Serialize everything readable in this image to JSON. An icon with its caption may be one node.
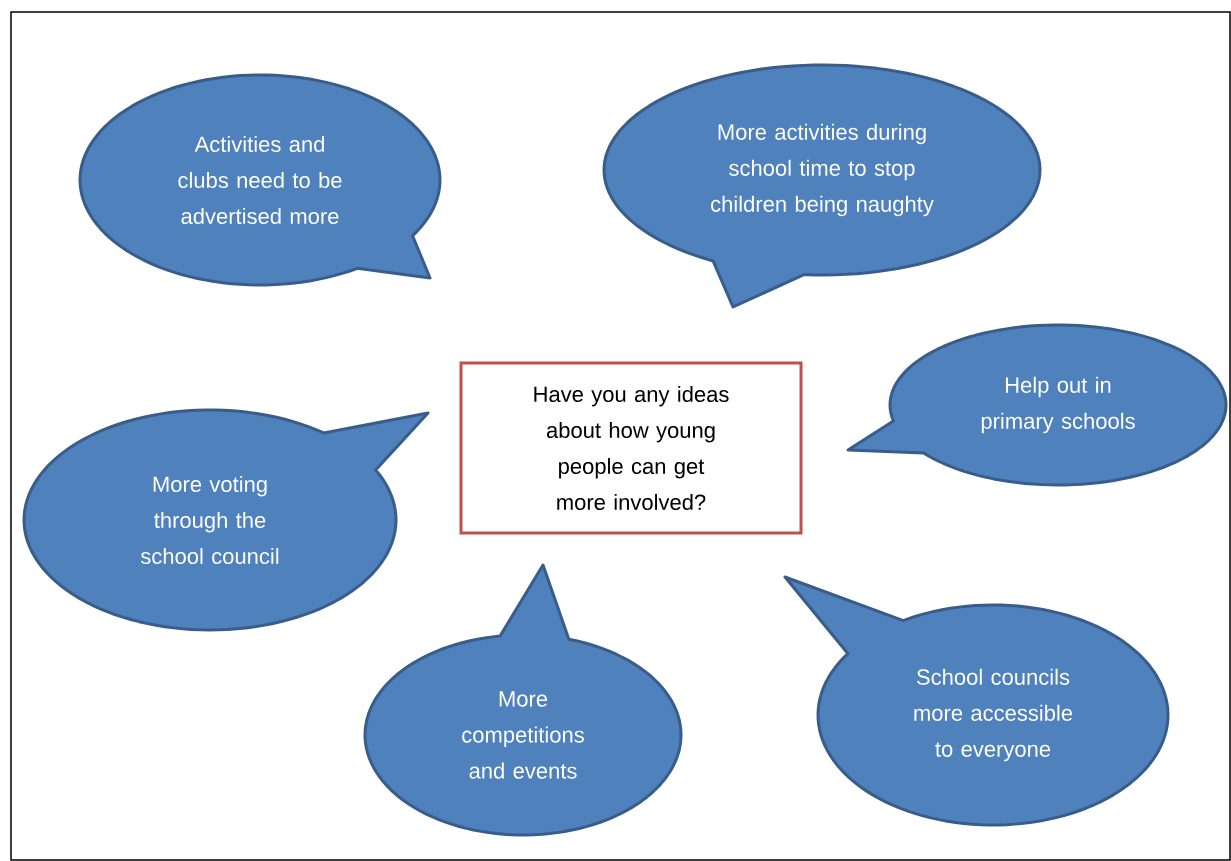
{
  "diagram": {
    "nodes": [
      {
        "text": [
          "Activities and clubs need to be advertised more"
        ]
      },
      {
        "text": [
          "More activities during school time to stop children being naughty"
        ]
      },
      {
        "text": [
          "Help out in primary schools"
        ]
      },
      {
        "text": [
          "Have you any ideas about how young people can get more involved?"
        ]
      },
      {
        "text": [
          "More voting through the school council"
        ]
      },
      {
        "text": [
          "More competitions and events"
        ]
      },
      {
        "text": [
          "School councils more accessible to everyone"
        ]
      }
    ]
  }
}
